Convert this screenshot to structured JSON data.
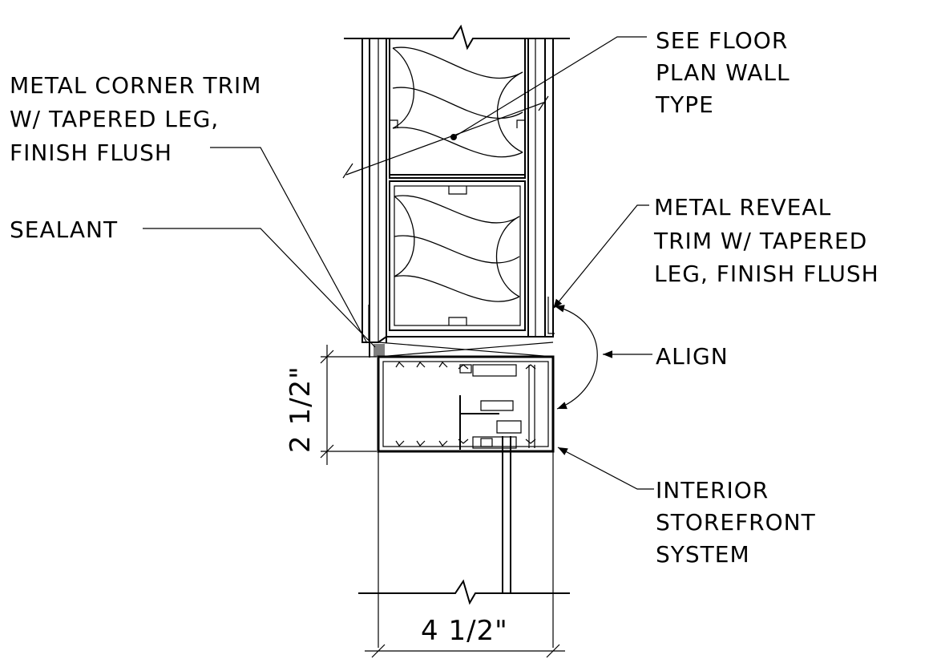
{
  "labels": {
    "corner_trim": [
      "METAL CORNER TRIM",
      "W/ TAPERED LEG,",
      "FINISH FLUSH"
    ],
    "sealant": "SEALANT",
    "see_floor_plan": [
      "SEE FLOOR",
      "PLAN WALL",
      "TYPE"
    ],
    "reveal_trim": [
      "METAL REVEAL",
      "TRIM W/  TAPERED",
      "LEG, FINISH FLUSH"
    ],
    "align": "ALIGN",
    "storefront": [
      "INTERIOR",
      "STOREFRONT",
      "SYSTEM"
    ]
  },
  "dimensions": {
    "frame_height": "2 1/2\"",
    "frame_width": "4 1/2\""
  }
}
